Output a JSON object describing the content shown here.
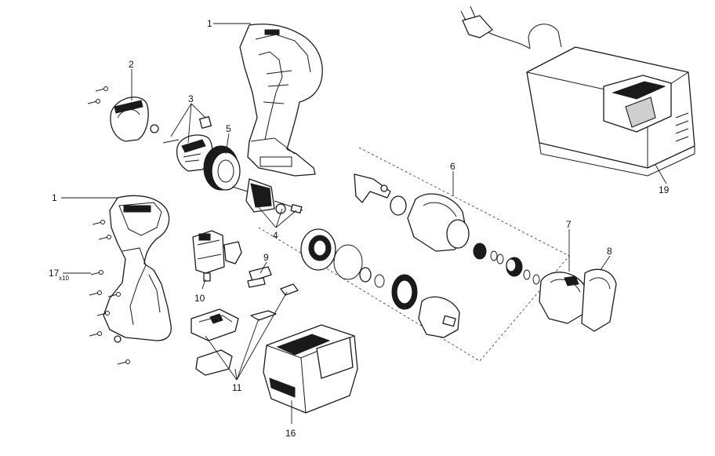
{
  "callouts": {
    "c1_top": "1",
    "c1_left": "1",
    "c2": "2",
    "c3": "3",
    "c4": "4",
    "c5": "5",
    "c6": "6",
    "c7": "7",
    "c8": "8",
    "c9": "9",
    "c10": "10",
    "c11": "11",
    "c16": "16",
    "c17": "17",
    "c17_qty": "x10",
    "c19": "19"
  }
}
